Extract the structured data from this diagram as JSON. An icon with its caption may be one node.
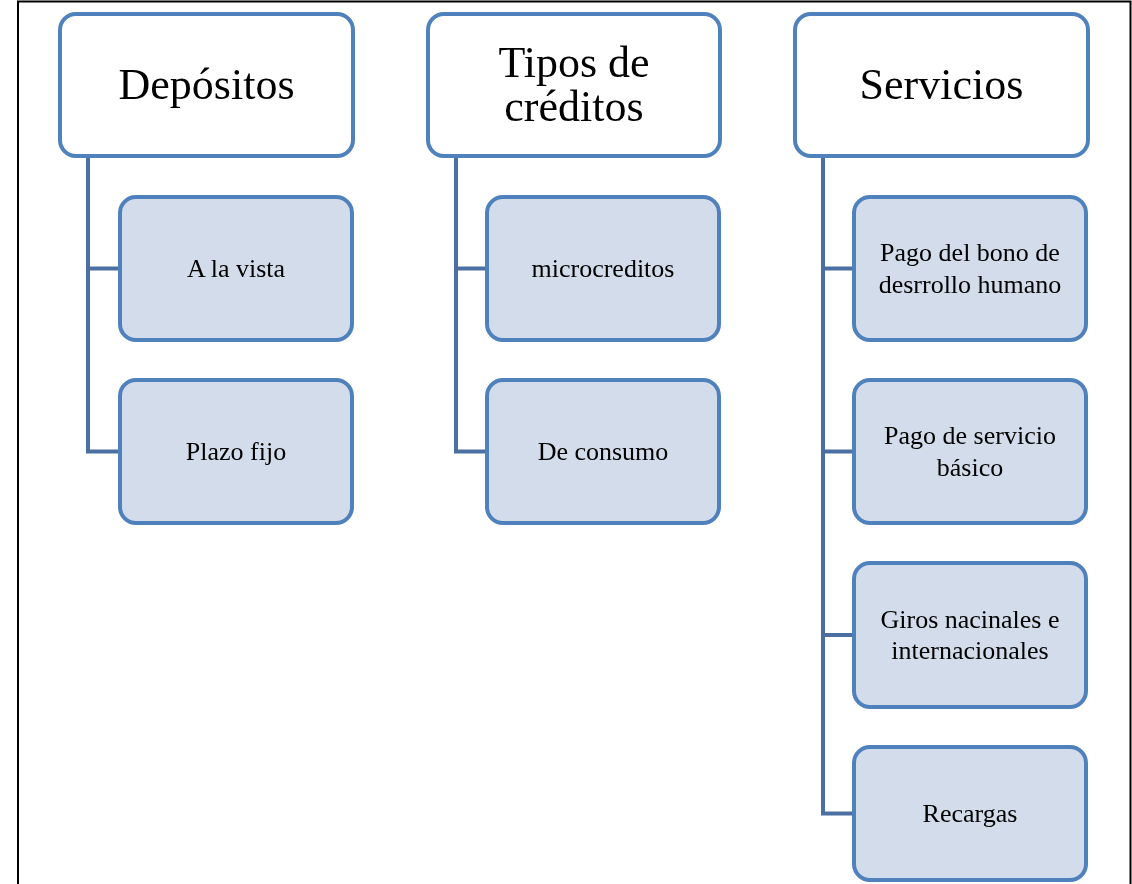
{
  "diagram": {
    "nodes": [
      {
        "text": [
          "Depósitos"
        ]
      },
      {
        "text": [
          "A la vista"
        ]
      },
      {
        "text": [
          "Plazo fijo"
        ]
      },
      {
        "text": [
          "Tipos de créditos"
        ]
      },
      {
        "text": [
          "microcreditos"
        ]
      },
      {
        "text": [
          "De consumo"
        ]
      },
      {
        "text": [
          "Servicios"
        ]
      },
      {
        "text": [
          "Pago del bono de desrrollo humano"
        ]
      },
      {
        "text": [
          "Pago de servicio básico"
        ]
      },
      {
        "text": [
          "Giros nacinales e internacionales"
        ]
      },
      {
        "text": [
          "Recargas"
        ]
      }
    ],
    "edges": [
      {
        "from": 0,
        "to": 1,
        "arrow": "none"
      },
      {
        "from": 0,
        "to": 2,
        "arrow": "none"
      },
      {
        "from": 3,
        "to": 4,
        "arrow": "none"
      },
      {
        "from": 3,
        "to": 5,
        "arrow": "none"
      },
      {
        "from": 6,
        "to": 7,
        "arrow": "none"
      },
      {
        "from": 6,
        "to": 8,
        "arrow": "none"
      },
      {
        "from": 6,
        "to": 9,
        "arrow": "none"
      },
      {
        "from": 6,
        "to": 10,
        "arrow": "none"
      }
    ]
  }
}
